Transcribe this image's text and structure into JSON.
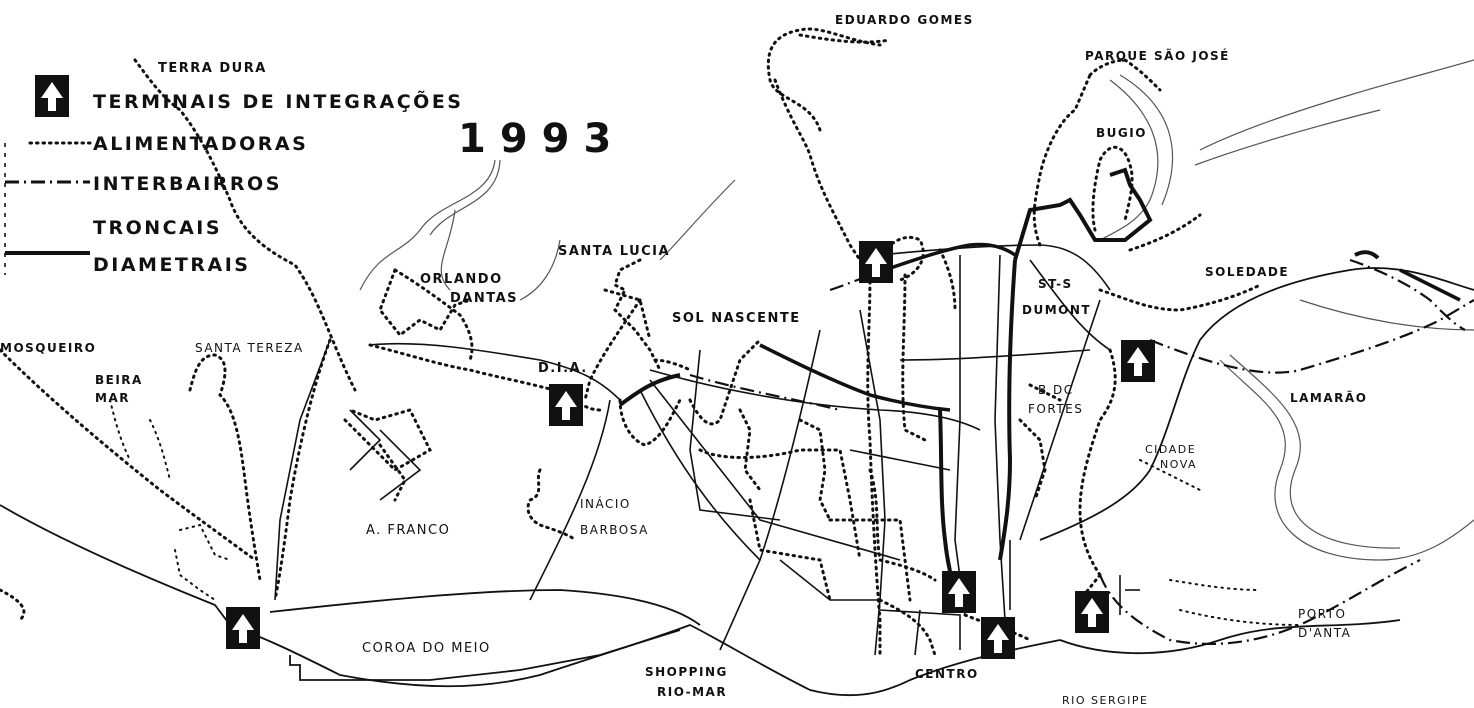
{
  "title": "1993",
  "legend": {
    "terminals": "TERMINAIS DE INTEGRAÇÕES",
    "feeders": "ALIMENTADORAS",
    "interbairros": "INTERBAIRROS",
    "troncais": "TRONCAIS",
    "diametrais": "DIAMETRAIS",
    "terminal_icon": "terminal-icon"
  },
  "places": {
    "terra_dura": "TERRA DURA",
    "eduardo_gomes": "EDUARDO GOMES",
    "parque_sao_jose": "PARQUE SÃO JOSÉ",
    "bugio": "BUGIO",
    "santa_lucia": "SANTA LUCIA",
    "orlando_dantas_1": "ORLANDO",
    "orlando_dantas_2": "DANTAS",
    "sol_nascente": "SOL NASCENTE",
    "mosqueiro": "MOSQUEIRO",
    "santa_tereza": "SANTA TEREZA",
    "beira_mar_1": "BEIRA",
    "beira_mar_2": "MAR",
    "dia": "D.I.A.",
    "st_dumont_1": "ST-S",
    "st_dumont_2": "DUMONT",
    "soledade": "SOLEDADE",
    "b_fortes_1": "B DC",
    "b_fortes_2": "FORTES",
    "lamarao": "LAMARÃO",
    "cidade_nova_1": "CIDADE",
    "cidade_nova_2": "NOVA",
    "inacio_barbosa_1": "INÁCIO",
    "inacio_barbosa_2": "BARBOSA",
    "a_franco": "A. FRANCO",
    "coroa_do_meio": "COROA DO MEIO",
    "shopping_1": "SHOPPING",
    "shopping_2": "RIO-MAR",
    "centro": "CENTRO",
    "rio_sergipe": "RIO SERGIPE",
    "porto_danta_1": "PORTO",
    "porto_danta_2": "D'ANTA"
  },
  "colors": {
    "ink": "#111111",
    "paper": "#ffffff"
  }
}
